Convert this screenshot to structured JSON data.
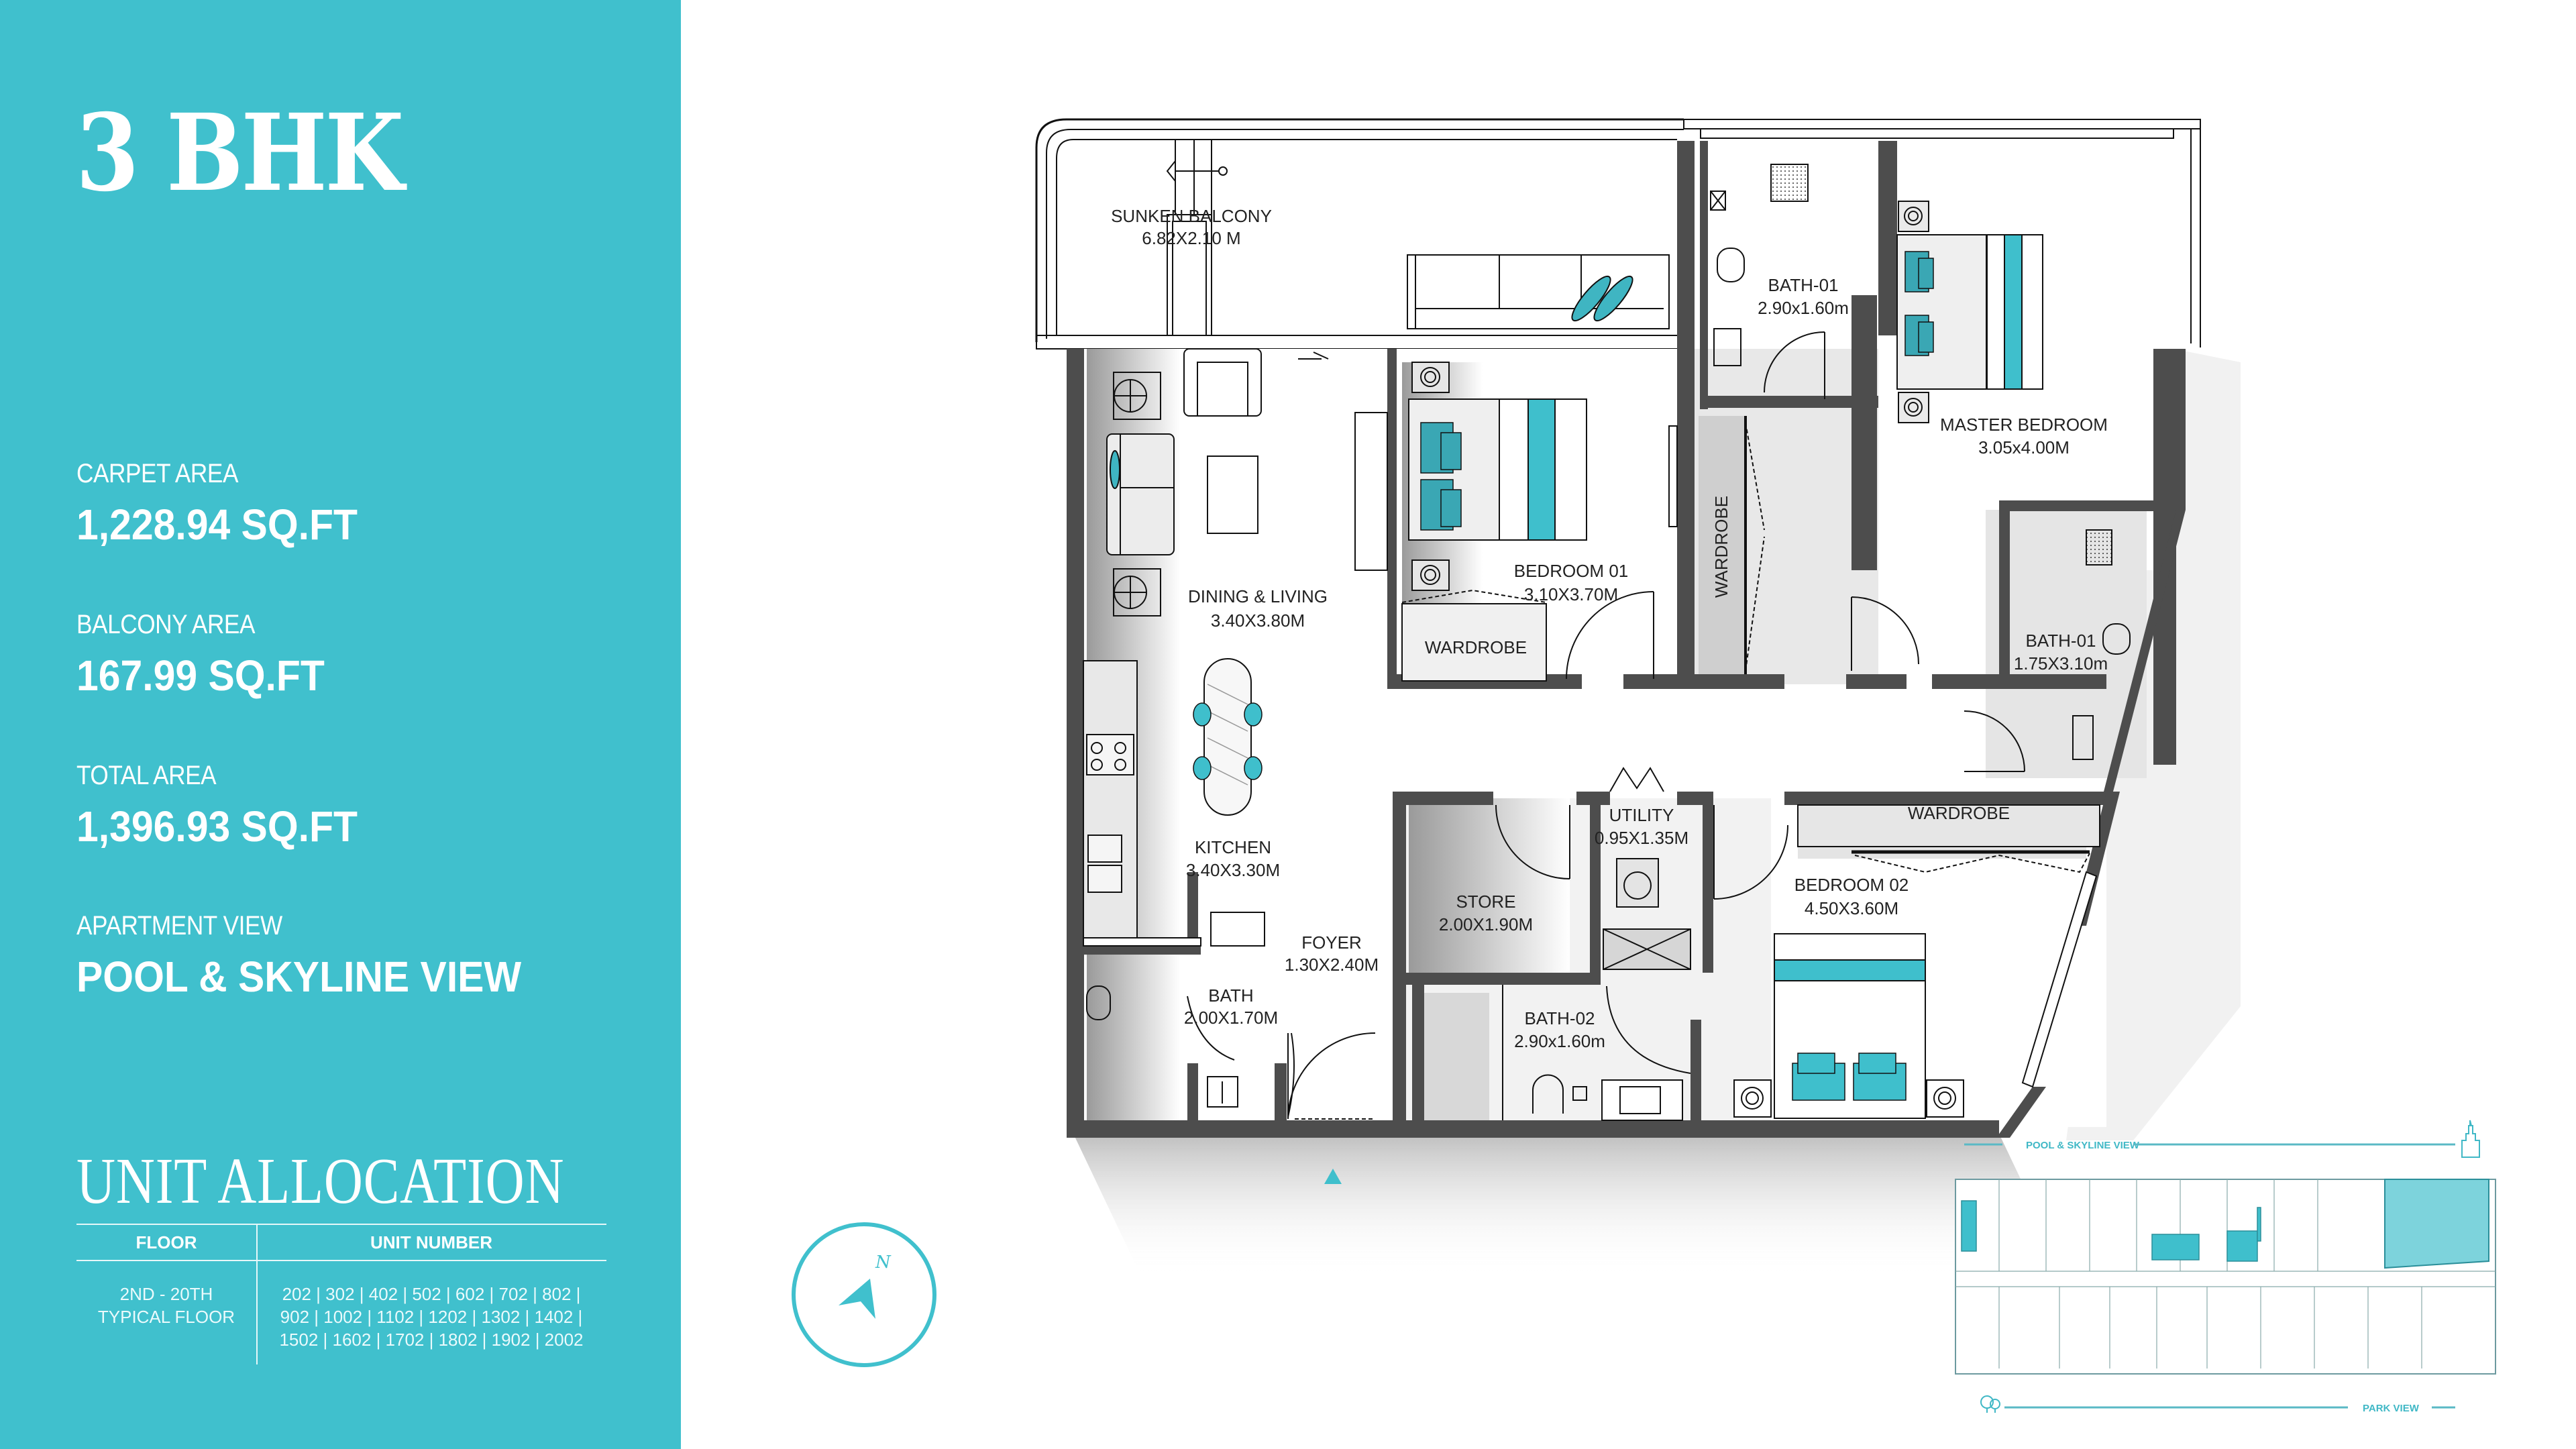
{
  "unit": {
    "title": "3 BHK",
    "stats": [
      {
        "label": "CARPET AREA",
        "value": "1,228.94 SQ.FT"
      },
      {
        "label": "BALCONY AREA",
        "value": "167.99 SQ.FT"
      },
      {
        "label": "TOTAL AREA",
        "value": "1,396.93 SQ.FT"
      },
      {
        "label": "APARTMENT VIEW",
        "value": "POOL & SKYLINE VIEW"
      }
    ]
  },
  "allocation": {
    "title": "UNIT ALLOCATION",
    "headers": {
      "floor": "FLOOR",
      "unit": "UNIT NUMBER"
    },
    "rows": [
      {
        "floor_line1": "2ND - 20TH",
        "floor_line2": "TYPICAL FLOOR",
        "units": "202 | 302 | 402 | 502 | 602 | 702 | 802 | 902 | 1002 | 1102 | 1202 | 1302 | 1402 | 1502 | 1602 | 1702 | 1802 | 1902 | 2002"
      }
    ]
  },
  "rooms": {
    "sunken_balcony": {
      "name": "SUNKEN BALCONY",
      "size": "6.82X2.10 M"
    },
    "dining_living": {
      "name": "DINING & LIVING",
      "size": "3.40X3.80M"
    },
    "kitchen": {
      "name": "KITCHEN",
      "size": "3.40X3.30M"
    },
    "foyer": {
      "name": "FOYER",
      "size": "1.30X2.40M"
    },
    "bath": {
      "name": "BATH",
      "size": "2.00X1.70M"
    },
    "bedroom_01": {
      "name": "BEDROOM 01",
      "size": "3.10X3.70M"
    },
    "wardrobe_b1": {
      "name": "WARDROBE"
    },
    "wardrobe_vertical": {
      "name": "WARDROBE"
    },
    "bath_01_top": {
      "name": "BATH-01",
      "size": "2.90x1.60m"
    },
    "master_bedroom": {
      "name": "MASTER BEDROOM",
      "size": "3.05x4.00M"
    },
    "bath_01_right": {
      "name": "BATH-01",
      "size": "1.75X3.10m"
    },
    "utility": {
      "name": "UTILITY",
      "size": "0.95X1.35M"
    },
    "store": {
      "name": "STORE",
      "size": "2.00X1.90M"
    },
    "bath_02": {
      "name": "BATH-02",
      "size": "2.90x1.60m"
    },
    "wardrobe_b2": {
      "name": "WARDROBE"
    },
    "bedroom_02": {
      "name": "BEDROOM 02",
      "size": "4.50X3.60M"
    }
  },
  "compass": {
    "label": "N"
  },
  "key_plan": {
    "top_view": "POOL & SKYLINE VIEW",
    "bottom_view": "PARK VIEW"
  },
  "colors": {
    "accent": "#40c0cd",
    "wall": "#4d4d4d",
    "highlight": "#3fbfcc"
  }
}
